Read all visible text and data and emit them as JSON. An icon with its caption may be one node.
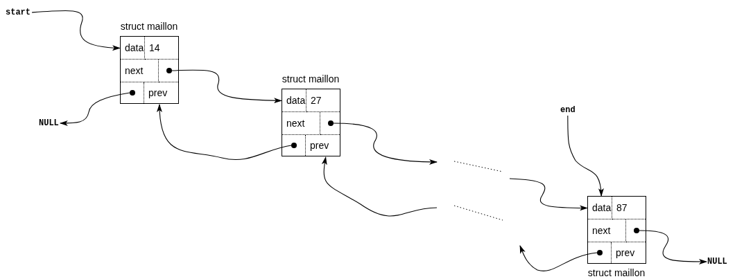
{
  "diagram": {
    "nodes": [
      {
        "text": [
          "start"
        ]
      },
      {
        "text": [
          "struct maillon"
        ]
      },
      {
        "text": [
          "data"
        ],
        "in": 1
      },
      {
        "text": [
          "14"
        ],
        "in": 1
      },
      {
        "text": [
          "next"
        ],
        "in": 1
      },
      {
        "text": [],
        "shape": "circle",
        "in": 1
      },
      {
        "text": [],
        "shape": "circle",
        "in": 1
      },
      {
        "text": [
          "prev"
        ],
        "in": 1
      },
      {
        "text": [
          "NULL"
        ]
      },
      {
        "text": [
          "struct maillon"
        ]
      },
      {
        "text": [
          "data"
        ],
        "in": 9
      },
      {
        "text": [
          "27"
        ],
        "in": 9
      },
      {
        "text": [
          "next"
        ],
        "in": 9
      },
      {
        "text": [],
        "shape": "circle",
        "in": 9
      },
      {
        "text": [],
        "shape": "circle",
        "in": 9
      },
      {
        "text": [
          "prev"
        ],
        "in": 9
      },
      {
        "text": [
          "end"
        ]
      },
      {
        "text": [
          "struct maillon"
        ]
      },
      {
        "text": [
          "data"
        ],
        "in": 17
      },
      {
        "text": [
          "87"
        ],
        "in": 17
      },
      {
        "text": [
          "next"
        ],
        "in": 17
      },
      {
        "text": [],
        "shape": "circle",
        "in": 17
      },
      {
        "text": [],
        "shape": "circle",
        "in": 17
      },
      {
        "text": [
          "prev"
        ],
        "in": 17
      },
      {
        "text": [
          "NULL"
        ]
      }
    ],
    "edges": [
      {
        "from": 0,
        "to": 2,
        "arrow": "to"
      },
      {
        "from": 5,
        "to": 10,
        "arrow": "to"
      },
      {
        "from": 6,
        "to": 8,
        "arrow": "to"
      },
      {
        "from": 14,
        "to": 1,
        "arrow": "to"
      },
      {
        "from": 13,
        "to": null,
        "arrow": "to"
      },
      {
        "from": null,
        "to": 18,
        "arrow": "to"
      },
      {
        "from": null,
        "to": 9,
        "arrow": "to"
      },
      {
        "from": 16,
        "to": 18,
        "arrow": "to"
      },
      {
        "from": 21,
        "to": 24,
        "arrow": "to"
      },
      {
        "from": 22,
        "to": null,
        "arrow": "to"
      }
    ]
  }
}
